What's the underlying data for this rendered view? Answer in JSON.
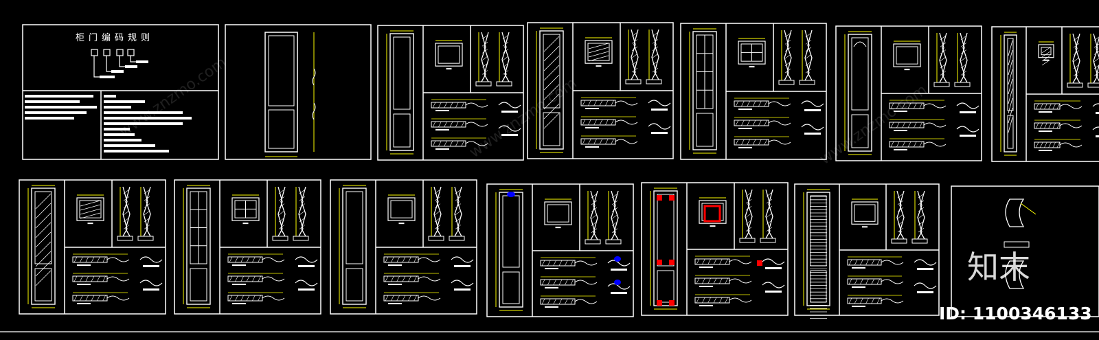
{
  "title": "柜门编码规则",
  "watermark": {
    "logo": "知末",
    "id_text": "ID: 1100346133",
    "diagonal": "www.znzmo.com"
  },
  "colors": {
    "background": "#000000",
    "line": "#ffffff",
    "dimension": "#ffff00",
    "highlight_red": "#ff0000",
    "highlight_blue": "#0000ff"
  },
  "sheets_row1": [
    {
      "name": "coding-rules-sheet"
    },
    {
      "name": "door-elevation-sheet"
    },
    {
      "name": "door-detail-sheet-1"
    },
    {
      "name": "door-detail-sheet-2"
    },
    {
      "name": "door-detail-sheet-3"
    },
    {
      "name": "door-detail-sheet-4"
    },
    {
      "name": "door-detail-sheet-5"
    }
  ],
  "sheets_row2": [
    {
      "name": "door-detail-sheet-6"
    },
    {
      "name": "door-detail-sheet-7"
    },
    {
      "name": "door-detail-sheet-8"
    },
    {
      "name": "door-detail-sheet-9"
    },
    {
      "name": "door-detail-sheet-10"
    },
    {
      "name": "door-detail-sheet-11"
    },
    {
      "name": "door-detail-sheet-12"
    }
  ]
}
